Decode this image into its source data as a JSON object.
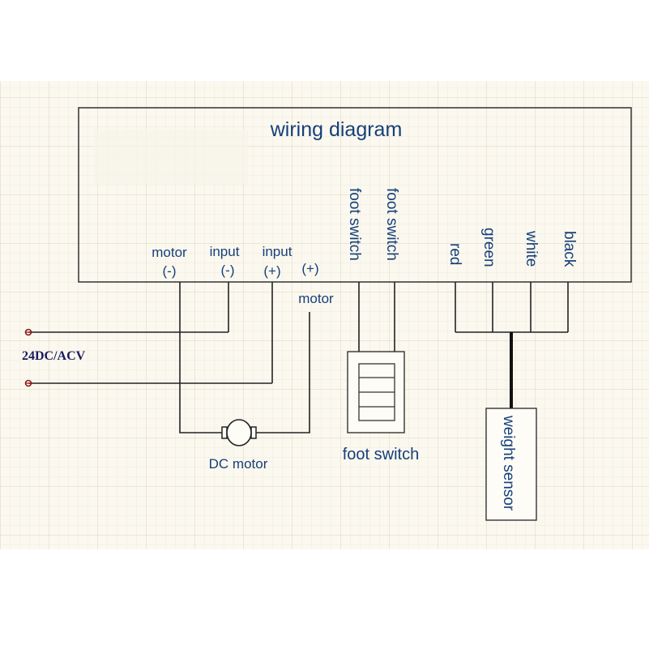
{
  "controller": {
    "title": "wiring diagram",
    "terminals": {
      "motor_neg": [
        "motor",
        "(-)"
      ],
      "input_neg": [
        "input",
        "(-)"
      ],
      "input_pos": [
        "input",
        "(+)"
      ],
      "motor_pos": [
        "(+)",
        "motor"
      ],
      "foot_switch_1": "foot switch",
      "foot_switch_2": "foot switch",
      "red": "red",
      "green": "green",
      "white": "white",
      "black": "black"
    }
  },
  "power_label": "24DC/ACV",
  "components": {
    "dc_motor": "DC motor",
    "foot_switch": "foot switch",
    "weight_sensor": "weight sensor"
  },
  "colors": {
    "label": "#16407a",
    "power_label": "#1a1a5e",
    "terminal_dot": "#8b1a1a",
    "grid_minor": "#ece6d6",
    "grid_major": "#ddd4bd",
    "background": "#fbf8ef"
  }
}
